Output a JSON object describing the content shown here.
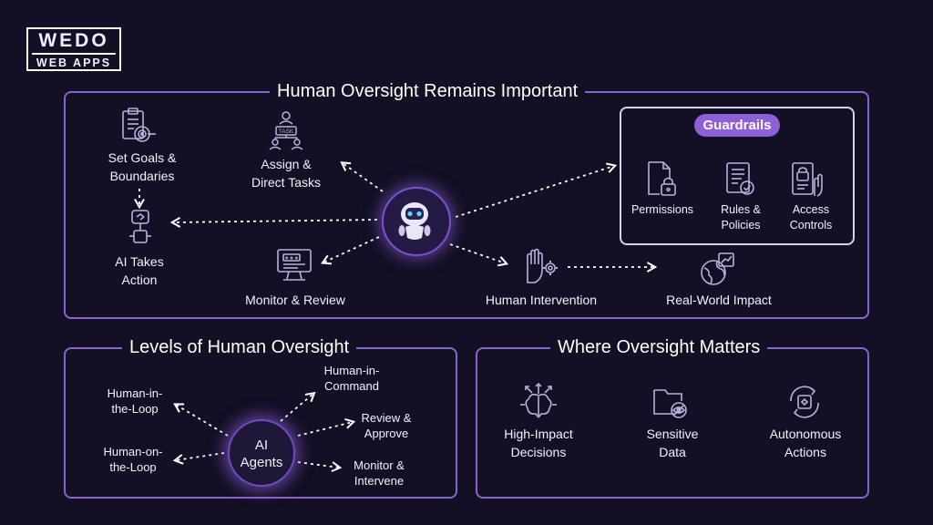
{
  "logo": {
    "line1": "WEDO",
    "line2": "WEB APPS"
  },
  "top_panel": {
    "title": "Human Oversight Remains Important",
    "set_goals": [
      "Set Goals &",
      "Boundaries"
    ],
    "assign": [
      "Assign &",
      "Direct Tasks"
    ],
    "ai_takes": [
      "AI Takes",
      "Action"
    ],
    "monitor": "Monitor & Review",
    "intervention": "Human Intervention",
    "impact": "Real-World Impact",
    "task_tag": "TASK",
    "guardrails": {
      "badge": "Guardrails",
      "permissions": "Permissions",
      "rules": [
        "Rules &",
        "Policies"
      ],
      "access": [
        "Access",
        "Controls"
      ]
    }
  },
  "levels_panel": {
    "title": "Levels of Human Oversight",
    "center": [
      "AI",
      "Agents"
    ],
    "hitl": [
      "Human-in-",
      "the-Loop"
    ],
    "hotl": [
      "Human-on-",
      "the-Loop"
    ],
    "hic": [
      "Human-in-",
      "Command"
    ],
    "review": [
      "Review &",
      "Approve"
    ],
    "monitor": [
      "Monitor &",
      "Intervene"
    ]
  },
  "matters_panel": {
    "title": "Where Oversight Matters",
    "decisions": [
      "High-Impact",
      "Decisions"
    ],
    "data": [
      "Sensitive",
      "Data"
    ],
    "actions": [
      "Autonomous",
      "Actions"
    ]
  },
  "colors": {
    "background": "#130f24",
    "accent": "#8a63d2",
    "badge": "#8e5fd6"
  }
}
